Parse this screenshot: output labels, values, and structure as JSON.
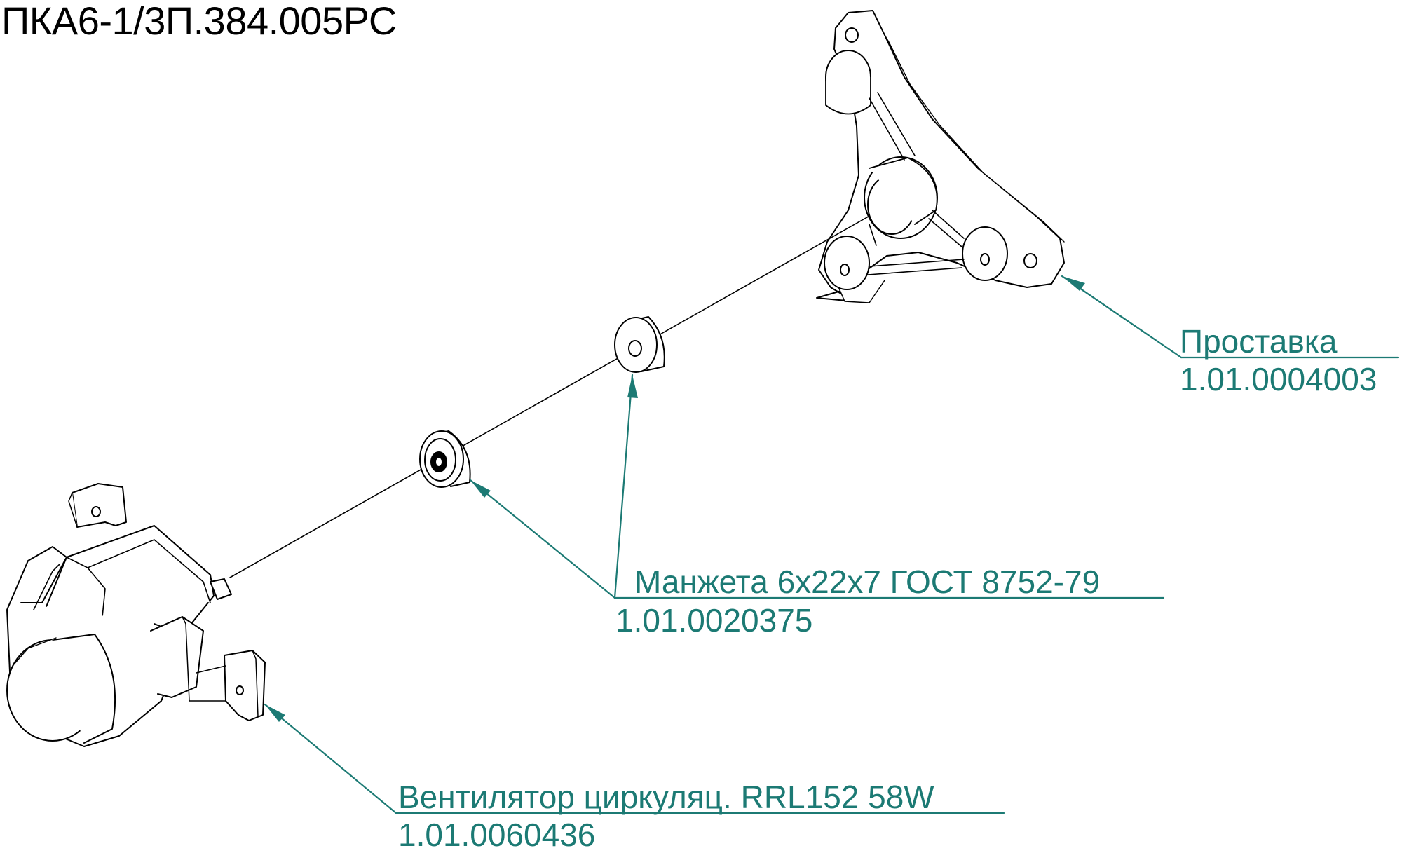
{
  "title": "ПКА6-1/3П.384.005РС",
  "colors": {
    "callout": "#1c7a74",
    "line": "#000000"
  },
  "callouts": [
    {
      "name": "Проставка",
      "code": "1.01.0004003"
    },
    {
      "name": "Манжета 6x22x7 ГОСТ 8752-79",
      "code": "1.01.0020375"
    },
    {
      "name": "Вентилятор циркуляц. RRL152 58W",
      "code": "1.01.0060436"
    }
  ]
}
